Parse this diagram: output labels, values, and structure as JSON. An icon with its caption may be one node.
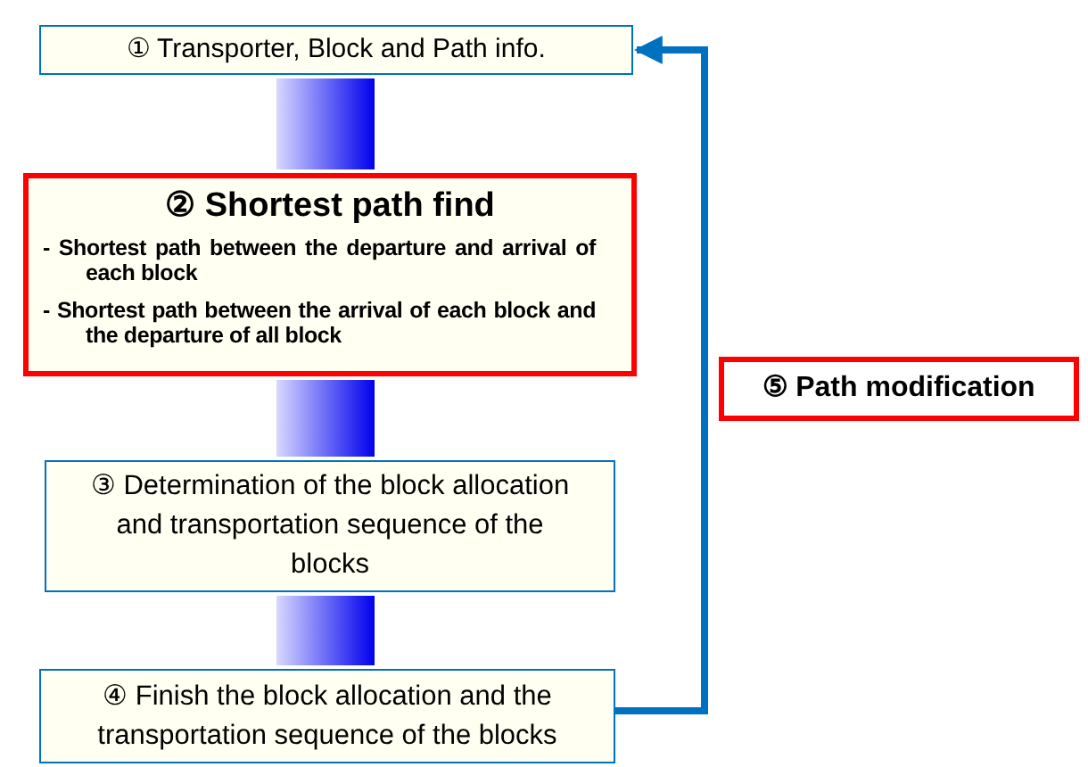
{
  "diagram": {
    "nodes": [
      {
        "text": [
          "① Transporter, Block and Path info."
        ]
      },
      {
        "text": [
          "② Shortest path find",
          "- Shortest path between the departure and arrival of each block",
          "- Shortest path between the arrival of each block and the departure of all block"
        ]
      },
      {
        "text": [
          "③ Determination of the block allocation and transportation sequence of the blocks"
        ]
      },
      {
        "text": [
          "④ Finish the block allocation and the transportation sequence of the blocks"
        ]
      },
      {
        "text": [
          "⑤ Path modification"
        ]
      }
    ],
    "edges": [
      {
        "from": 0,
        "to": 1,
        "arrow": "none",
        "style": "thick"
      },
      {
        "from": 1,
        "to": 2,
        "arrow": "none",
        "style": "thick"
      },
      {
        "from": 2,
        "to": 3,
        "arrow": "none",
        "style": "thick"
      },
      {
        "from": 3,
        "to": 0,
        "arrow": "to",
        "color": "#0070c0"
      }
    ]
  }
}
